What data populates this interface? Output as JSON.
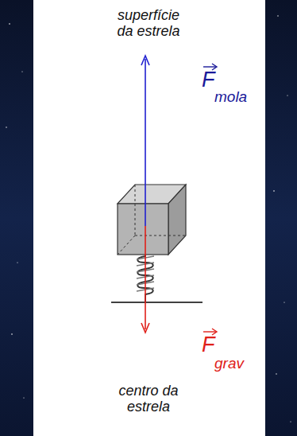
{
  "diagram": {
    "labels": [
      "superfície da estrela",
      "F",
      "mola",
      "F",
      "grav",
      "centro da estrela"
    ]
  }
}
